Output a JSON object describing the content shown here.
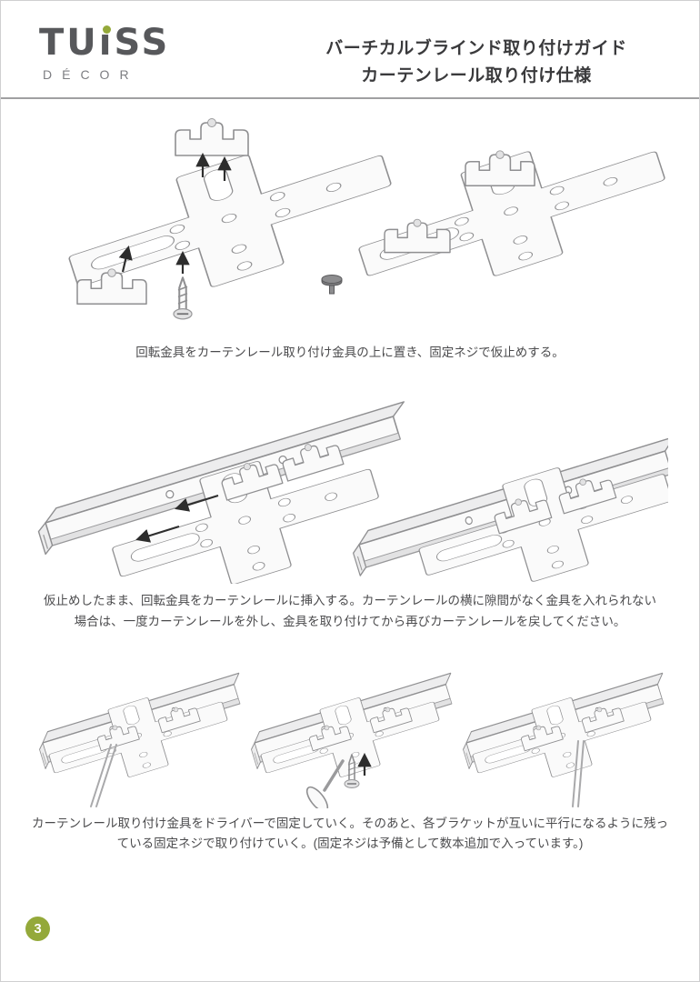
{
  "page": {
    "number": "3"
  },
  "logo": {
    "part1": "TU",
    "i": "ı",
    "part2": "SS",
    "subtext": "DÉCOR"
  },
  "header": {
    "title_line1": "バーチカルブラインド取り付けガイド",
    "title_line2": "カーテンレール取り付け仕様"
  },
  "steps": [
    {
      "caption": "回転金具をカーテンレール取り付け金具の上に置き、固定ネジで仮止めする。"
    },
    {
      "caption": "仮止めしたまま、回転金具をカーテンレールに挿入する。カーテンレールの横に隙間がなく金具を入れられない場合は、一度カーテンレールを外し、金具を取り付けてから再びカーテンレールを戻してください。"
    },
    {
      "caption": "カーテンレール取り付け金具をドライバーで固定していく。そのあと、各ブラケットが互いに平行になるように残っている固定ネジで取り付けていく。(固定ネジは予備として数本追加で入っています。)"
    }
  ],
  "colors": {
    "accent_green": "#94a93a",
    "title_text": "#3a3a3c",
    "caption_text": "#4b4b4d",
    "divider_gray": "#a0a0a2"
  }
}
